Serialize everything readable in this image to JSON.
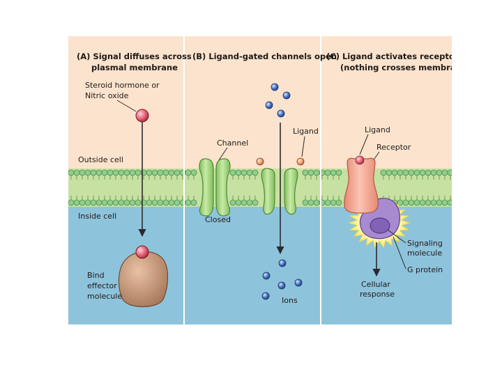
{
  "panels": [
    {
      "id": "A",
      "title_line1": "(A) Signal diffuses across",
      "title_line2": "plasmal membrane"
    },
    {
      "id": "B",
      "title_line1": "(B) Ligand-gated channels open",
      "title_line2": ""
    },
    {
      "id": "C",
      "title_line1": "(C) Ligand activates receptor",
      "title_line2": "(nothing crosses membrane)"
    }
  ],
  "labels": {
    "steroid_line1": "Steroid hormone or",
    "steroid_line2": "Nitric oxide",
    "outside_cell": "Outside cell",
    "inside_cell": "Inside cell",
    "bind_line1": "Bind",
    "bind_line2": "effector",
    "bind_line3": "molecule",
    "channel": "Channel",
    "closed": "Closed",
    "ligand_b": "Ligand",
    "ions": "Ions",
    "ligand_c": "Ligand",
    "receptor": "Receptor",
    "signaling_line1": "Signaling",
    "signaling_line2": "molecule",
    "g_protein": "G protein",
    "cellular_line1": "Cellular",
    "cellular_line2": "response"
  },
  "colors": {
    "outside": "#fbe3cd",
    "inside": "#8ec3dc",
    "membrane": "#c7e1a2",
    "lipid_head": "#8fce90",
    "ligand": "#e8677a",
    "ion": "#4a78c4",
    "channel": "#a7d684",
    "effector": "#c99a7a",
    "receptor": "#f3aa95",
    "signaling": "#a78ad0",
    "glow": "#fff27a"
  },
  "icons": [
    "ligand-dot",
    "ion-dot",
    "channel-protein",
    "receptor-protein",
    "effector-molecule",
    "g-protein",
    "arrow"
  ]
}
